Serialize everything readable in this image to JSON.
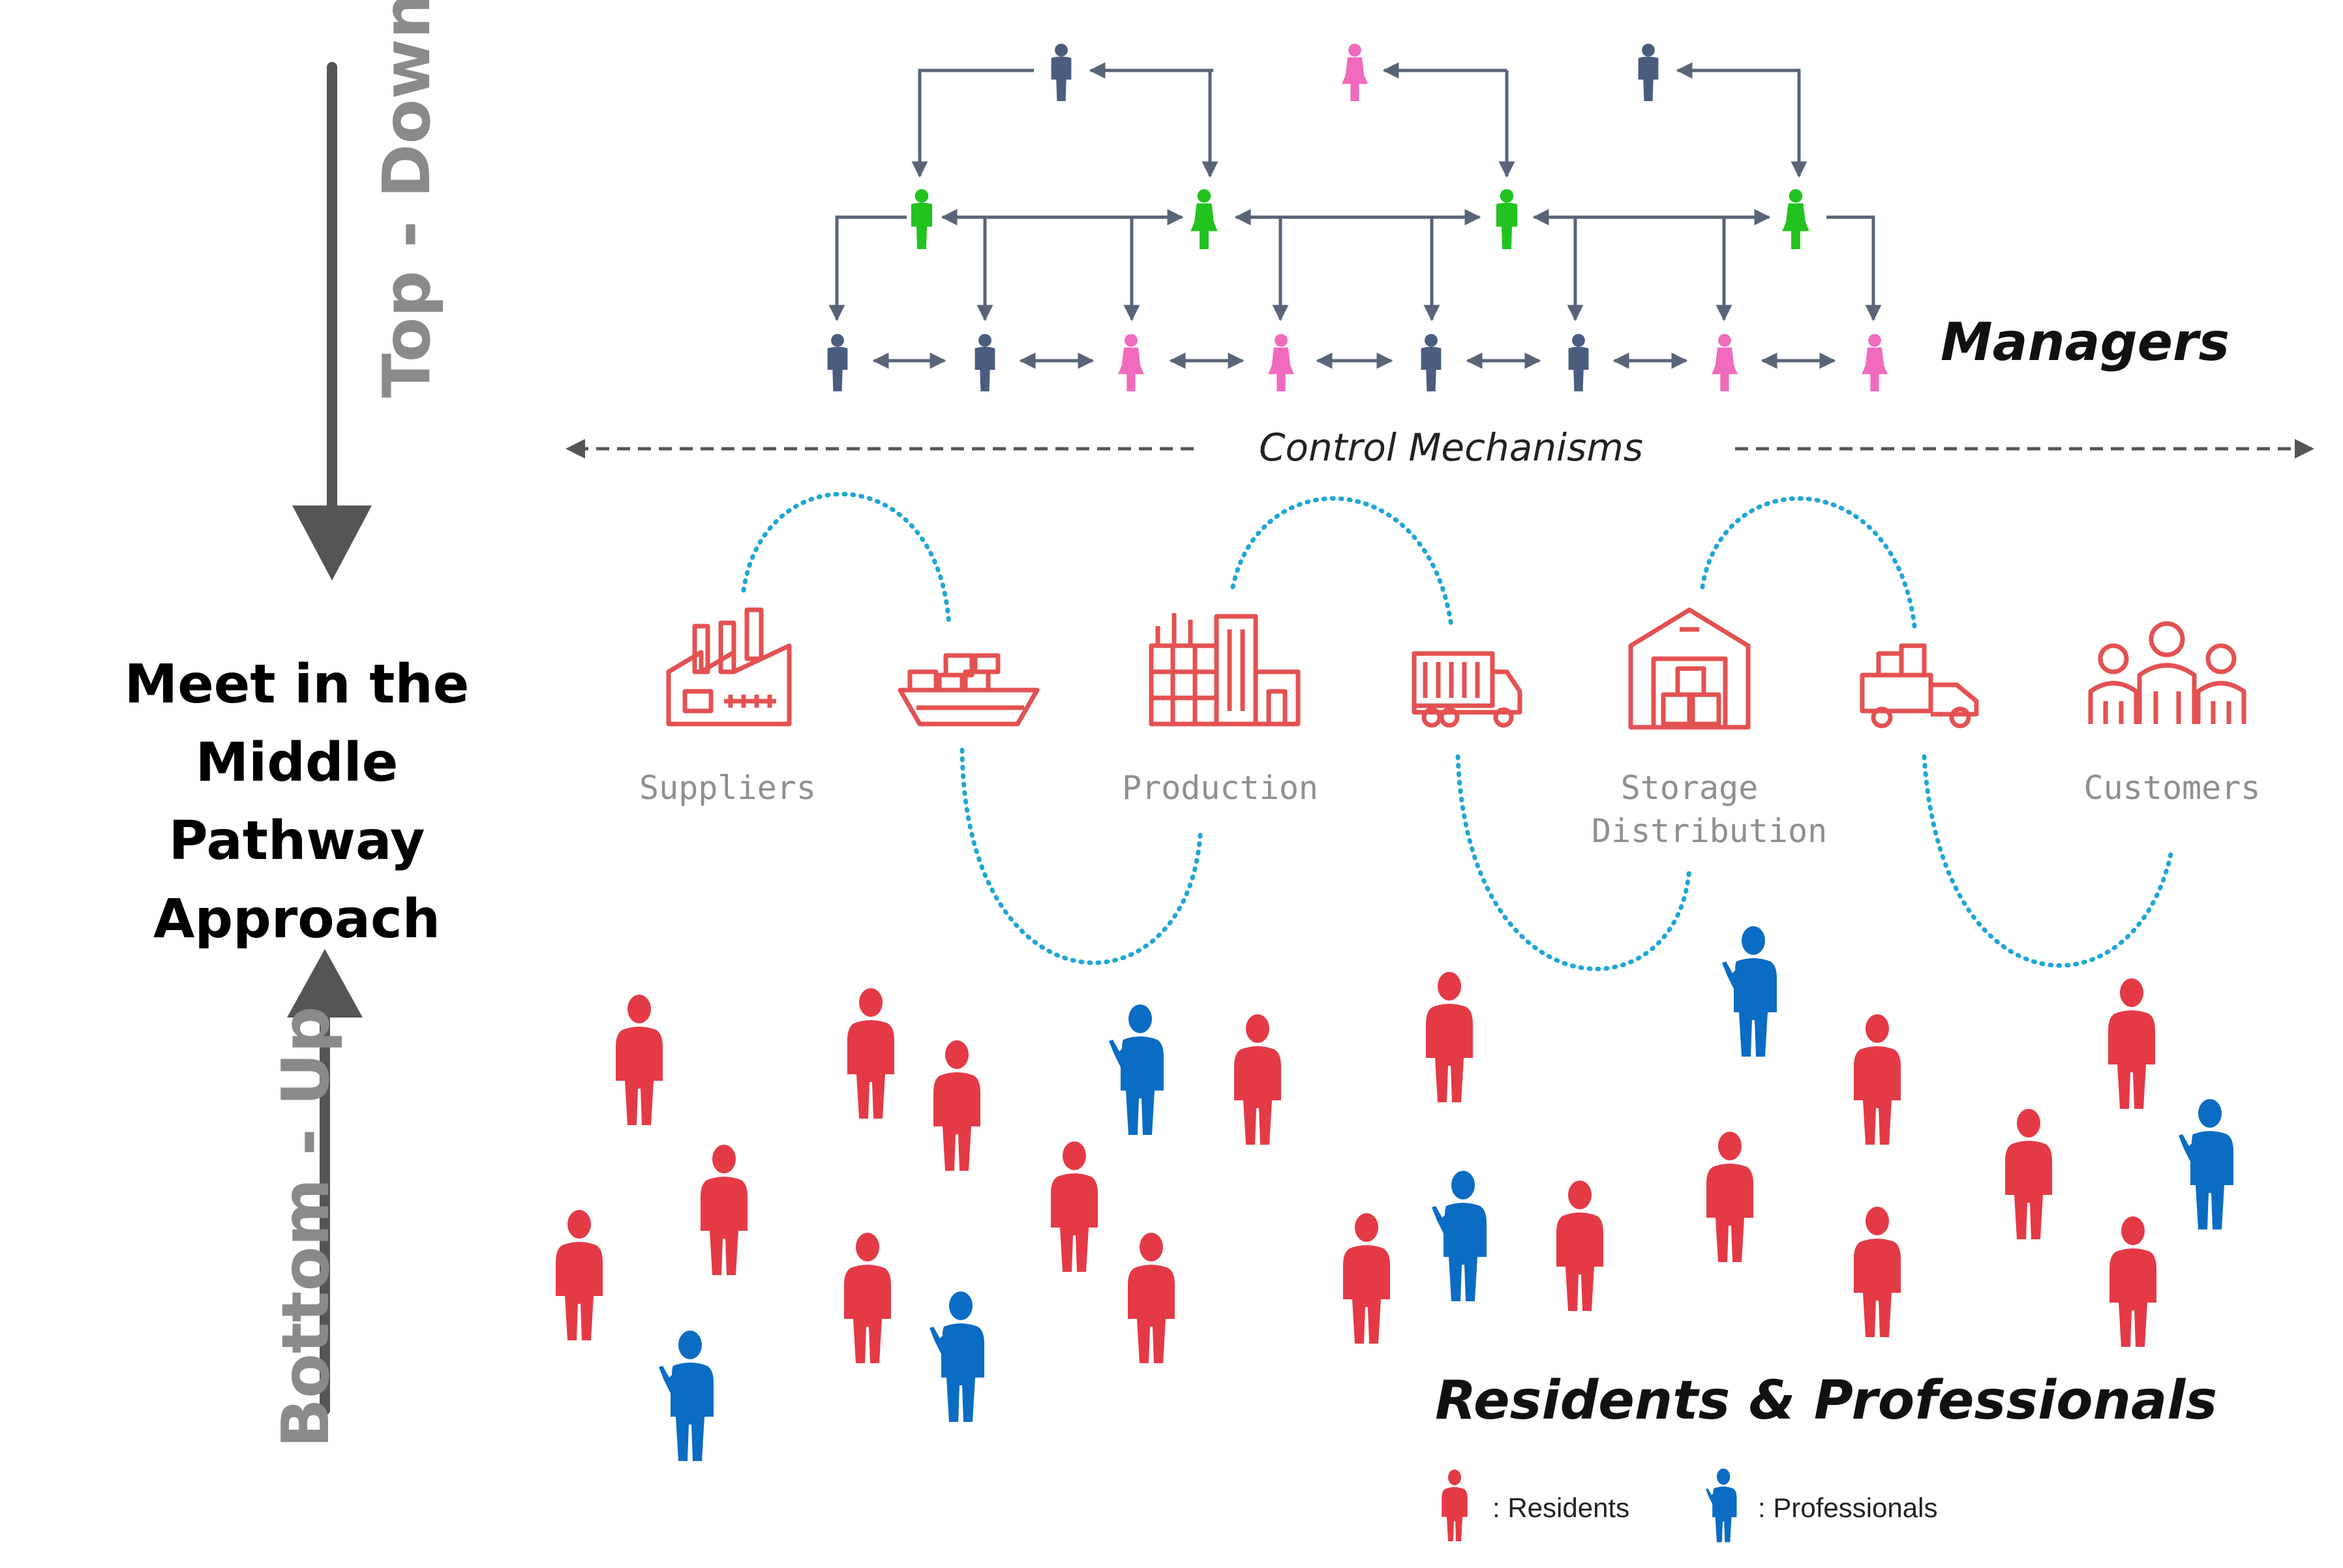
{
  "axis": {
    "top_down": "Top - Down",
    "bottom_up": "Bottom - Up"
  },
  "middle": {
    "line1": "Meet in the Middle",
    "line2": "Pathway",
    "line3": "Approach"
  },
  "managers_label": "Managers",
  "control_label": "Control Mechanisms",
  "supply_chain": {
    "suppliers": "Suppliers",
    "production": "Production",
    "storage_line1": "Storage",
    "storage_line2": "Distribution",
    "customers": "Customers"
  },
  "residents_title": "Residents & Professionals",
  "legend": {
    "residents": ": Residents",
    "professionals": ": Professionals"
  },
  "colors": {
    "manager_navy": "#4a5d7e",
    "manager_pink": "#f06bbd",
    "manager_green": "#22c31e",
    "resident_red": "#e43a46",
    "professional_blue": "#0b6cc4",
    "chain_red": "#e45151",
    "dotted_cyan": "#1fa6d6",
    "arrow_gray": "#555555"
  },
  "icons": {
    "suppliers": "factory-icon",
    "ship": "cargo-ship-icon",
    "production": "production-building-icon",
    "truck1": "truck-icon",
    "storage": "warehouse-icon",
    "truck2": "delivery-truck-icon",
    "customers": "customers-group-icon"
  }
}
